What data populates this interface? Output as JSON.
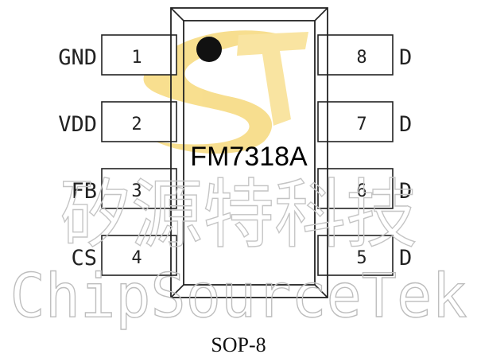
{
  "package": "SOP-8",
  "chip": {
    "label": "FM7318A"
  },
  "pins_left": [
    {
      "number": "1",
      "name": "GND"
    },
    {
      "number": "2",
      "name": "VDD"
    },
    {
      "number": "3",
      "name": "FB"
    },
    {
      "number": "4",
      "name": "CS"
    }
  ],
  "pins_right": [
    {
      "number": "8",
      "name": "D"
    },
    {
      "number": "7",
      "name": "D"
    },
    {
      "number": "6",
      "name": "D"
    },
    {
      "number": "5",
      "name": "D"
    }
  ],
  "watermark": {
    "chinese": "矽源特科技",
    "english": "ChipSourceTek",
    "logo": "ST",
    "logo_color": "#f5d46a"
  },
  "colors": {
    "outline": "#222222",
    "pin1_dot": "#111111",
    "watermark_text": "#c4c4c4"
  }
}
